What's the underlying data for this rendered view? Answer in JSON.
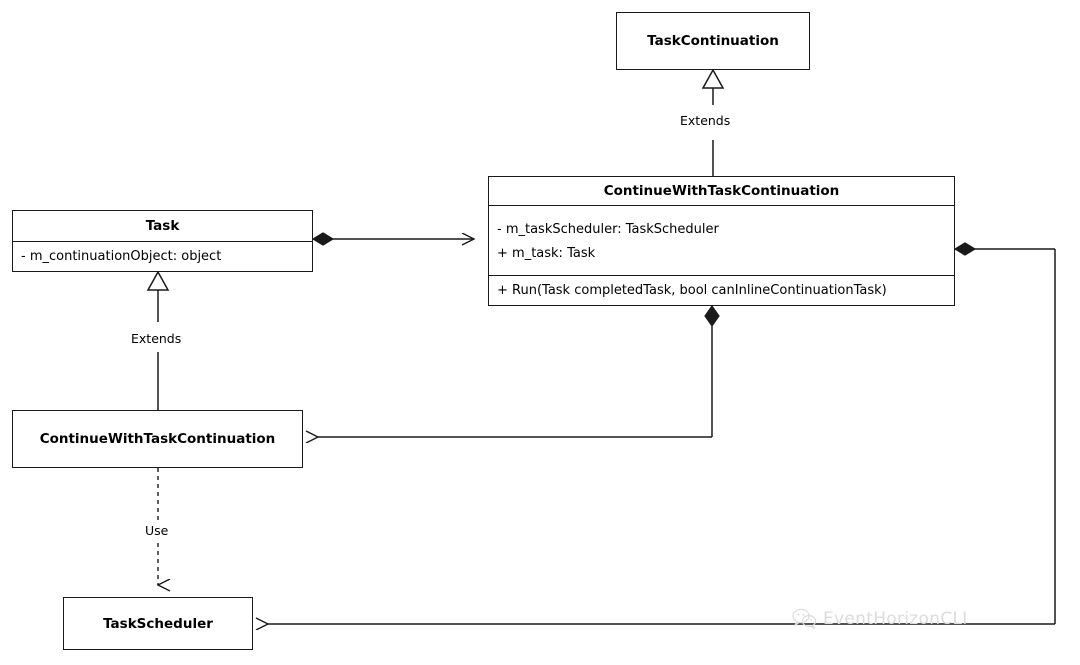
{
  "diagram": {
    "type": "uml-class-diagram",
    "background": "#ffffff",
    "line_color": "#1a1a1a",
    "classes": {
      "task_continuation": {
        "name": "TaskContinuation",
        "attributes": [],
        "operations": []
      },
      "continue_with_task_continuation_main": {
        "name": "ContinueWithTaskContinuation",
        "attributes": [
          "- m_taskScheduler: TaskScheduler",
          "+ m_task: Task"
        ],
        "operations": [
          "+ Run(Task completedTask, bool canInlineContinuationTask)"
        ]
      },
      "task": {
        "name": "Task",
        "attributes": [
          "- m_continuationObject: object"
        ],
        "operations": []
      },
      "continue_with_task_continuation_lower": {
        "name": "ContinueWithTaskContinuation",
        "attributes": [],
        "operations": []
      },
      "task_scheduler": {
        "name": "TaskScheduler",
        "attributes": [],
        "operations": []
      }
    },
    "relationships": [
      {
        "id": "extends-top",
        "label": "Extends",
        "kind": "generalization",
        "from": "ContinueWithTaskContinuation",
        "to": "TaskContinuation"
      },
      {
        "id": "extends-left",
        "label": "Extends",
        "kind": "generalization",
        "from": "ContinueWithTaskContinuation",
        "to": "Task"
      },
      {
        "id": "use-dependency",
        "label": "Use",
        "kind": "dependency",
        "from": "ContinueWithTaskContinuation",
        "to": "TaskScheduler"
      },
      {
        "id": "task-composition",
        "label": "",
        "kind": "composition",
        "from": "Task",
        "to": "ContinueWithTaskContinuation"
      },
      {
        "id": "main-composition-bottom",
        "label": "",
        "kind": "composition",
        "from": "ContinueWithTaskContinuation",
        "to": "ContinueWithTaskContinuation"
      },
      {
        "id": "main-composition-right",
        "label": "",
        "kind": "composition",
        "from": "ContinueWithTaskContinuation",
        "to": "TaskScheduler"
      }
    ]
  },
  "watermark": {
    "text": "EventHorizonCLI",
    "icon": "wechat-icon",
    "color": "#dcdcdc"
  }
}
